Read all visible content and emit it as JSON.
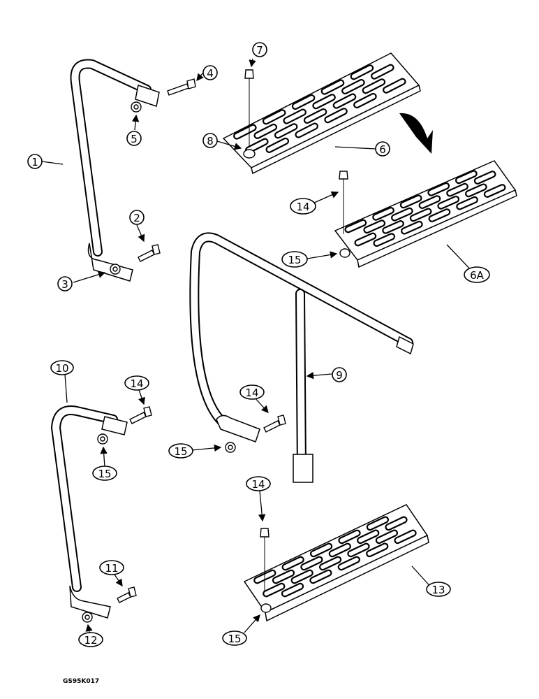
{
  "drawing_code": "GS95K017",
  "callouts": [
    "1",
    "2",
    "3",
    "4",
    "5",
    "6",
    "7",
    "8",
    "14",
    "6A",
    "15",
    "9",
    "10",
    "14",
    "14",
    "15",
    "15",
    "11",
    "12",
    "14",
    "13",
    "15"
  ]
}
